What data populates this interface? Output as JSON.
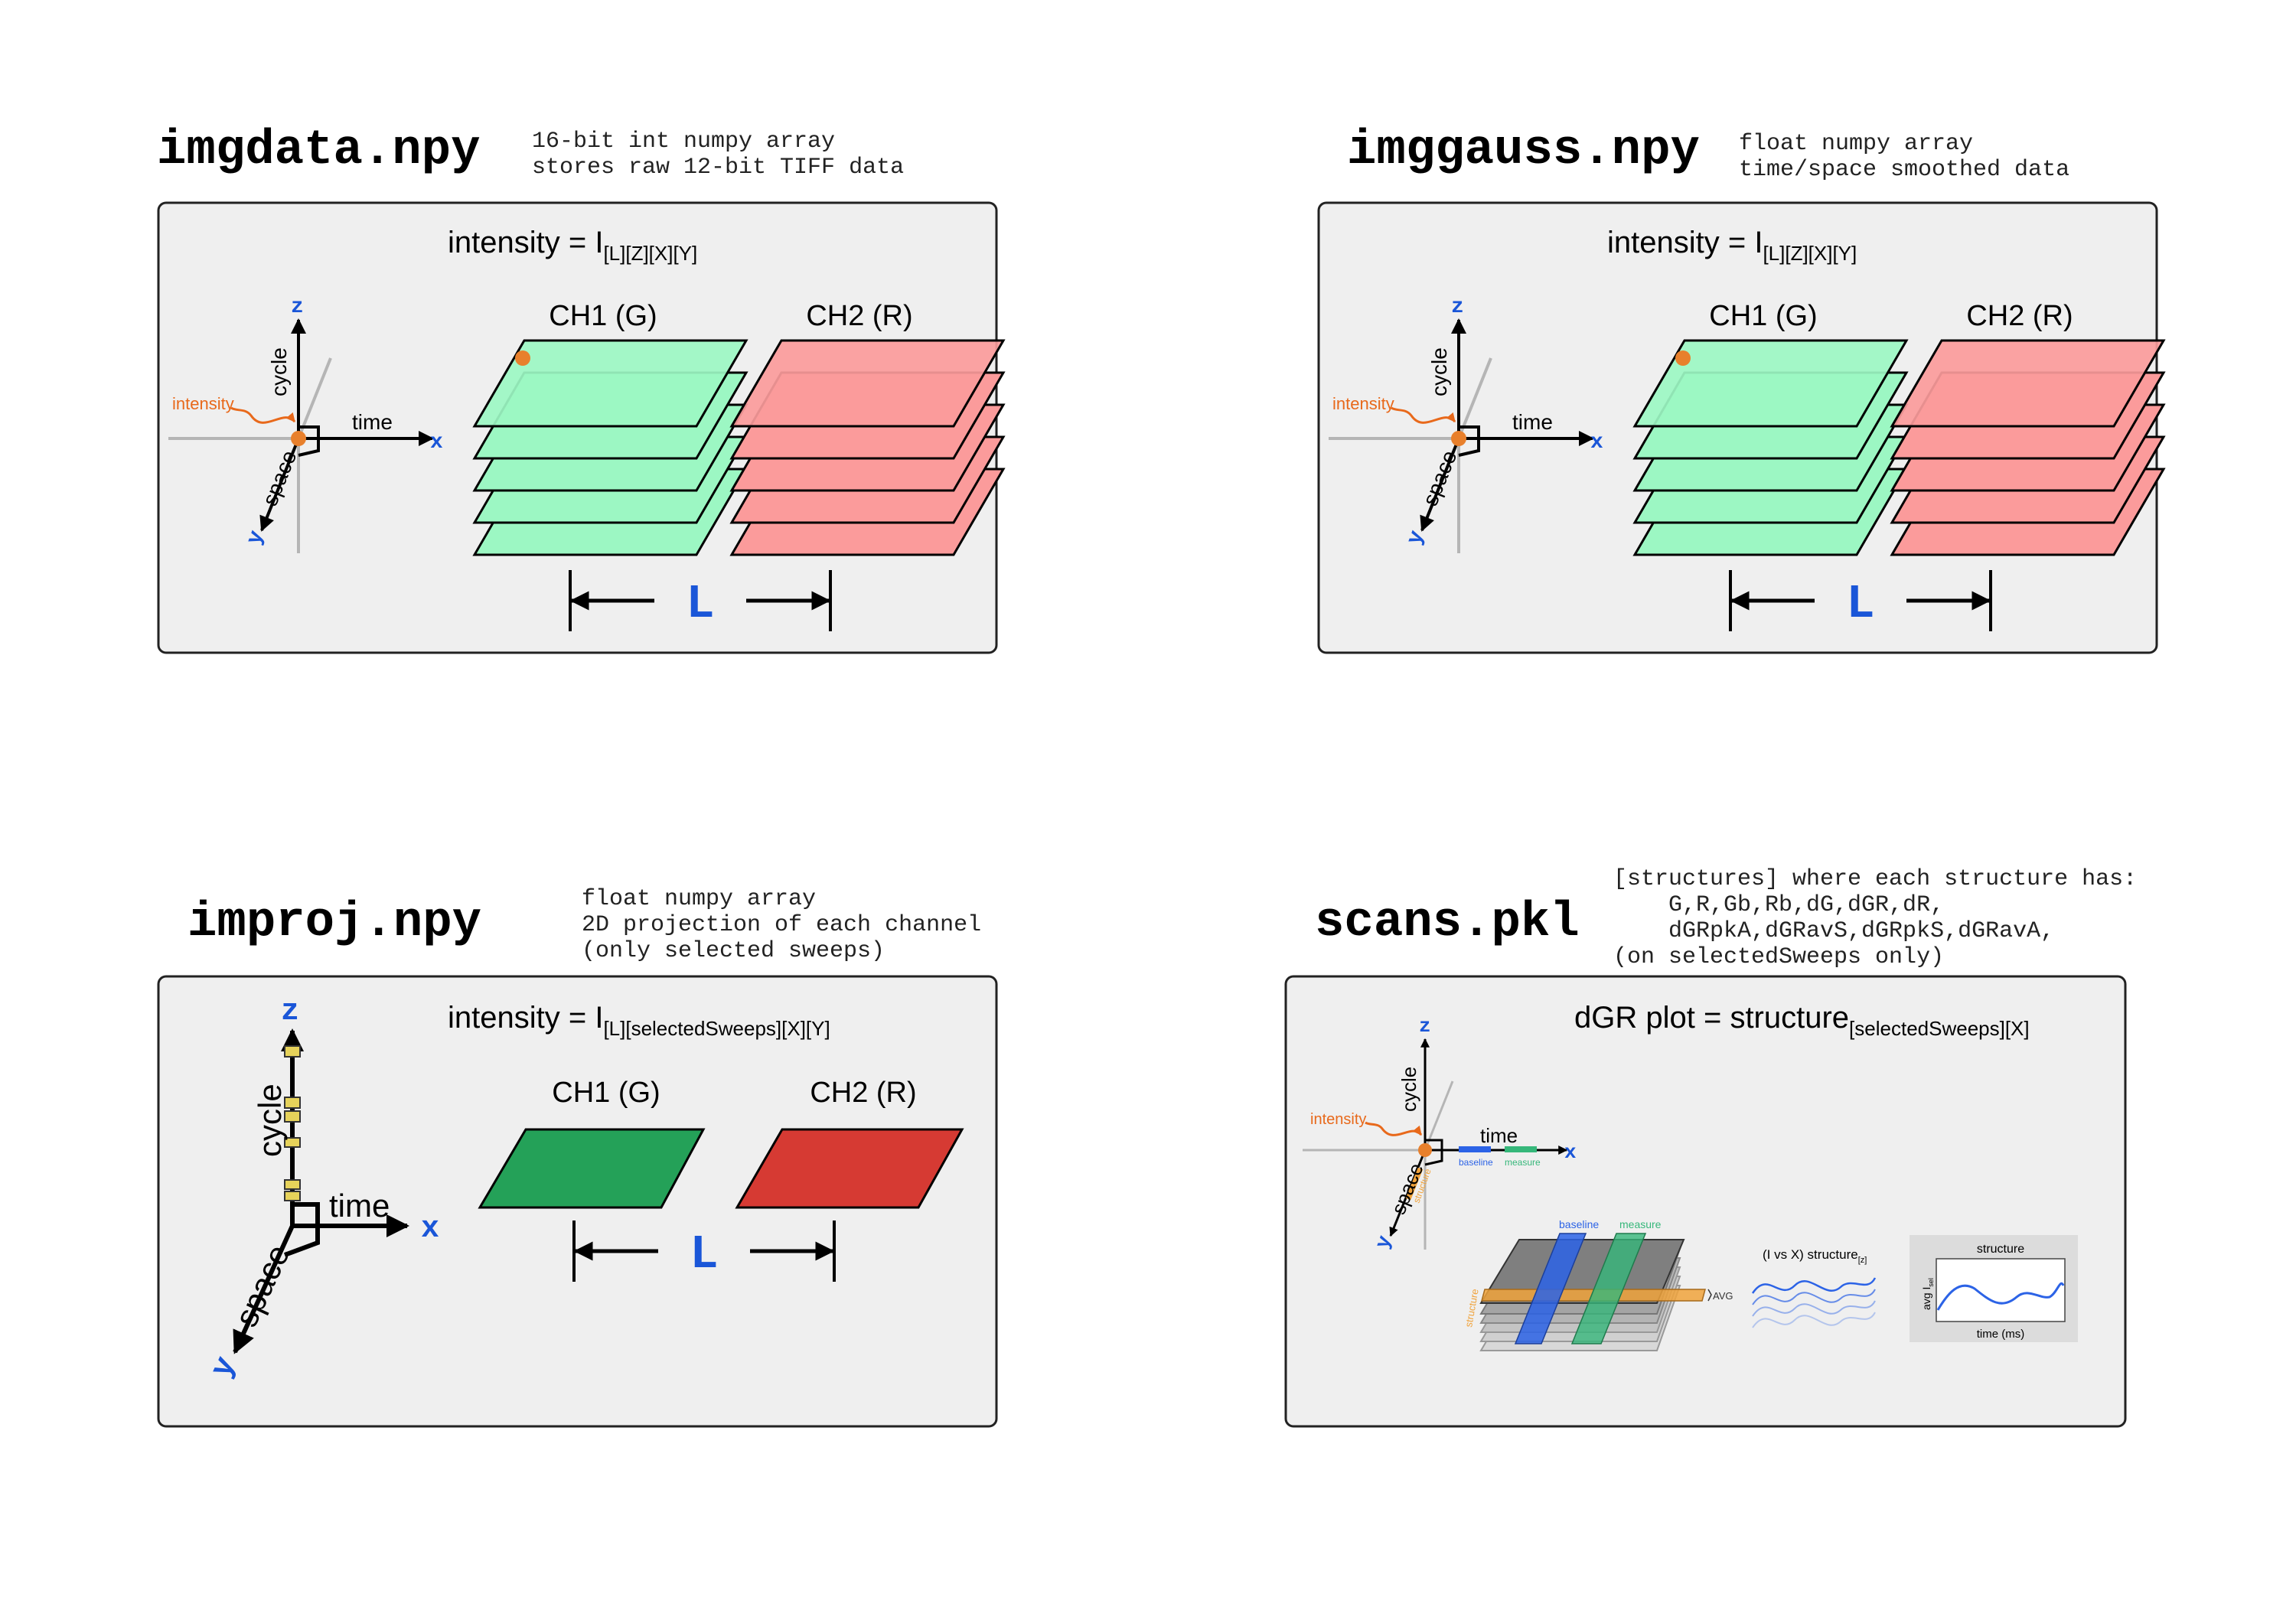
{
  "panels": {
    "imgdata": {
      "filename": "imgdata.npy",
      "desc": [
        "16-bit int numpy array",
        "stores raw 12-bit TIFF data"
      ],
      "formula_main": "intensity = I",
      "formula_sub": "[L][Z][X][Y]",
      "ch1": "CH1 (G)",
      "ch2": "CH2 (R)",
      "dim_letter": "L"
    },
    "imggauss": {
      "filename": "imggauss.npy",
      "desc": [
        "float numpy array",
        "time/space smoothed data"
      ],
      "formula_main": "intensity = I",
      "formula_sub": "[L][Z][X][Y]",
      "ch1": "CH1 (G)",
      "ch2": "CH2 (R)",
      "dim_letter": "L"
    },
    "improj": {
      "filename": "improj.npy",
      "desc": [
        "float numpy array",
        "2D projection of each channel",
        "(only selected sweeps)"
      ],
      "formula_main": "intensity = I",
      "formula_sub": "[L][selectedSweeps][X][Y]",
      "ch1": "CH1 (G)",
      "ch2": "CH2 (R)",
      "dim_letter": "L"
    },
    "scans": {
      "filename": "scans.pkl",
      "desc": [
        "[structures] where each structure has:",
        "    G,R,Gb,Rb,dG,dGR,dR,",
        "    dGRpkA,dGRavS,dGRpkS,dGRavA,",
        "(on selectedSweeps only)"
      ],
      "formula_main": "dGR plot = structure",
      "formula_sub": "[selectedSweeps][X]",
      "strip_baseline": "baseline",
      "strip_measure": "measure",
      "strip_structure": "structure",
      "avg_label": "AVG",
      "mini_title_main": "(I vs X) structure",
      "mini_title_sub": "[z]",
      "plot_title": "structure",
      "plot_ylabel": "avg I",
      "plot_ylabel_sub": "sel",
      "plot_xlabel": "time (ms)",
      "axis_baseline": "baseline",
      "axis_measure": "measure",
      "axis_structure": "structure"
    }
  },
  "axes": {
    "z": "z",
    "x": "x",
    "y": "y",
    "cycle": "cycle",
    "time": "time",
    "space": "space",
    "intensity": "intensity"
  },
  "colors": {
    "panel_bg": "#efefef",
    "green_plane": "#9cf7c3",
    "red_plane": "#fb9b9b",
    "green_proj": "#24a158",
    "red_proj": "#d63a33",
    "axis_letter": "#1a56d8",
    "intensity_orange": "#e8691b",
    "dot_orange": "#e8802c",
    "baseline_blue": "#2c63e6",
    "measure_green": "#36b77a",
    "structure_orange": "#f0a33c"
  }
}
